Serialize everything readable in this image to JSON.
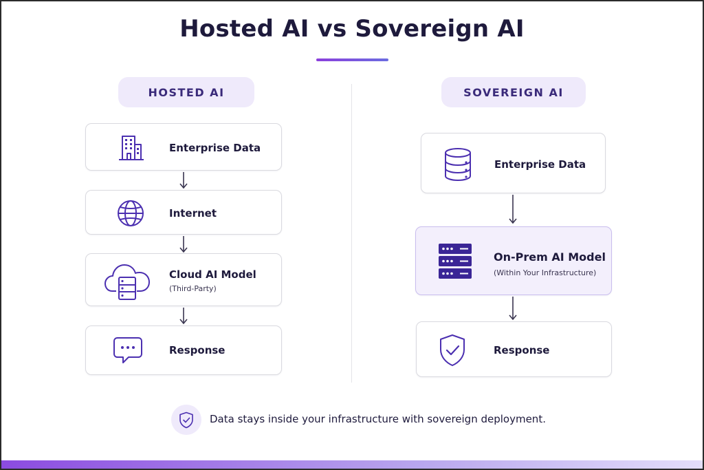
{
  "title": "Hosted AI vs Sovereign AI",
  "colors": {
    "accent": "#4b2fb0",
    "pill_bg": "#efeafb",
    "highlight_bg": "#f3effc"
  },
  "hosted": {
    "heading": "HOSTED AI",
    "steps": [
      {
        "icon": "building-icon",
        "label": "Enterprise Data",
        "sublabel": ""
      },
      {
        "icon": "globe-icon",
        "label": "Internet",
        "sublabel": ""
      },
      {
        "icon": "cloud-server-icon",
        "label": "Cloud AI Model",
        "sublabel": "(Third-Party)"
      },
      {
        "icon": "chat-bubble-icon",
        "label": "Response",
        "sublabel": ""
      }
    ]
  },
  "sovereign": {
    "heading": "SOVEREIGN AI",
    "steps": [
      {
        "icon": "database-icon",
        "label": "Enterprise Data",
        "sublabel": ""
      },
      {
        "icon": "server-rack-icon",
        "label": "On-Prem AI Model",
        "sublabel": "(Within Your Infrastructure)"
      },
      {
        "icon": "shield-check-icon",
        "label": "Response",
        "sublabel": ""
      }
    ]
  },
  "footer": {
    "icon": "shield-check-icon",
    "text": "Data stays inside your infrastructure with sovereign deployment."
  }
}
